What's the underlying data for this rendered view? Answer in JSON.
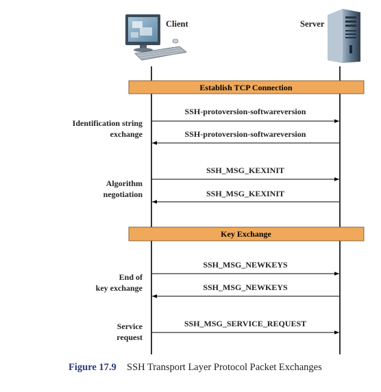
{
  "client_label": "Client",
  "server_label": "Server",
  "phase_bars": [
    {
      "label": "Establish TCP Connection"
    },
    {
      "label": "Key Exchange"
    }
  ],
  "section_labels": [
    {
      "line1": "Identification string",
      "line2": "exchange"
    },
    {
      "line1": "Algorithm",
      "line2": "negotiation"
    },
    {
      "line1": "End of",
      "line2": "key exchange"
    },
    {
      "line1": "Service",
      "line2": "request"
    }
  ],
  "messages": [
    {
      "text": "SSH-protoversion-softwareversion",
      "direction": "to-server"
    },
    {
      "text": "SSH-protoversion-softwareversion",
      "direction": "to-client"
    },
    {
      "text": "SSH_MSG_KEXINIT",
      "direction": "to-server"
    },
    {
      "text": "SSH_MSG_KEXINIT",
      "direction": "to-client"
    },
    {
      "text": "SSH_MSG_NEWKEYS",
      "direction": "to-server"
    },
    {
      "text": "SSH_MSG_NEWKEYS",
      "direction": "to-client"
    },
    {
      "text": "SSH_MSG_SERVICE_REQUEST",
      "direction": "to-server"
    }
  ],
  "caption": {
    "figure": "Figure 17.9",
    "title": "SSH Transport Layer Protocol Packet Exchanges"
  },
  "colors": {
    "phase_bar_fill": "#f0a95a",
    "phase_bar_stroke": "#6b4a1f",
    "caption_figure": "#2d3a7a",
    "line": "#000000"
  }
}
